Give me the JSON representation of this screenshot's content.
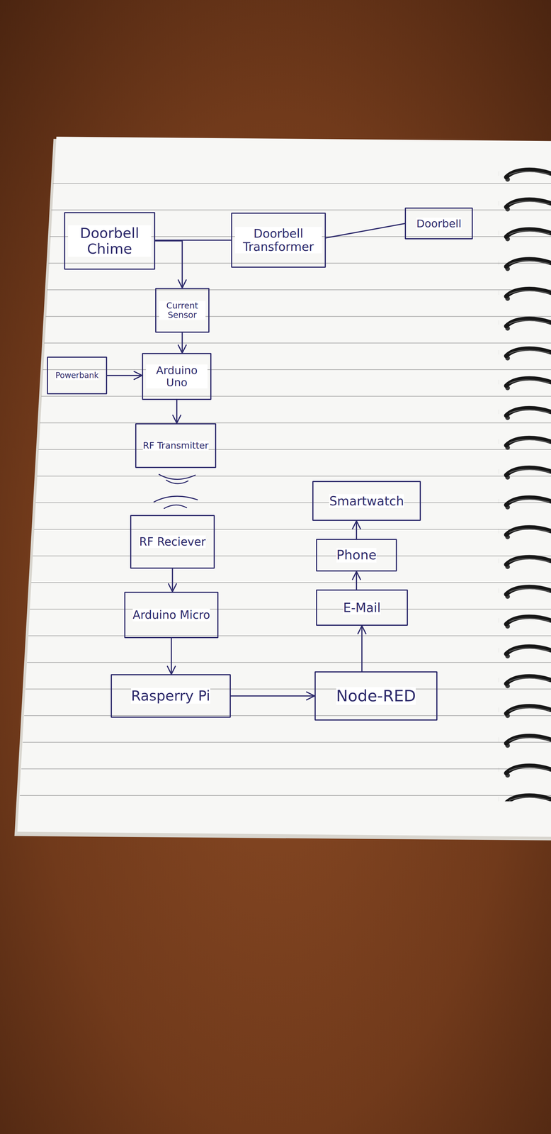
{
  "diagram": {
    "nodes": [
      {
        "text": [
          "Doorbell Chime"
        ]
      },
      {
        "text": [
          "Doorbell Transformer"
        ]
      },
      {
        "text": [
          "Doorbell"
        ]
      },
      {
        "text": [
          "Current Sensor"
        ]
      },
      {
        "text": [
          "Powerbank"
        ]
      },
      {
        "text": [
          "Arduino Uno"
        ]
      },
      {
        "text": [
          "RF Transmitter"
        ]
      },
      {
        "text": [
          "Smartwatch"
        ]
      },
      {
        "text": [
          "RF Reciever"
        ]
      },
      {
        "text": [
          "Phone"
        ]
      },
      {
        "text": [
          "Arduino Micro"
        ]
      },
      {
        "text": [
          "E-Mail"
        ]
      },
      {
        "text": [
          "Rasperry Pi"
        ]
      },
      {
        "text": [
          "Node-RED"
        ]
      }
    ],
    "edges": [
      {
        "from": 0,
        "to": 1,
        "arrow": "none"
      },
      {
        "from": 1,
        "to": 2,
        "arrow": "none"
      },
      {
        "from": 0,
        "to": 3,
        "arrow": "to"
      },
      {
        "from": 3,
        "to": 5,
        "arrow": "to"
      },
      {
        "from": 4,
        "to": 5,
        "arrow": "to"
      },
      {
        "from": 5,
        "to": 6,
        "arrow": "to"
      },
      {
        "from": 8,
        "to": 10,
        "arrow": "to"
      },
      {
        "from": 10,
        "to": 12,
        "arrow": "to"
      },
      {
        "from": 12,
        "to": 13,
        "arrow": "to"
      },
      {
        "from": 13,
        "to": 11,
        "arrow": "to"
      },
      {
        "from": 11,
        "to": 9,
        "arrow": "to"
      },
      {
        "from": 9,
        "to": 7,
        "arrow": "to"
      }
    ]
  }
}
